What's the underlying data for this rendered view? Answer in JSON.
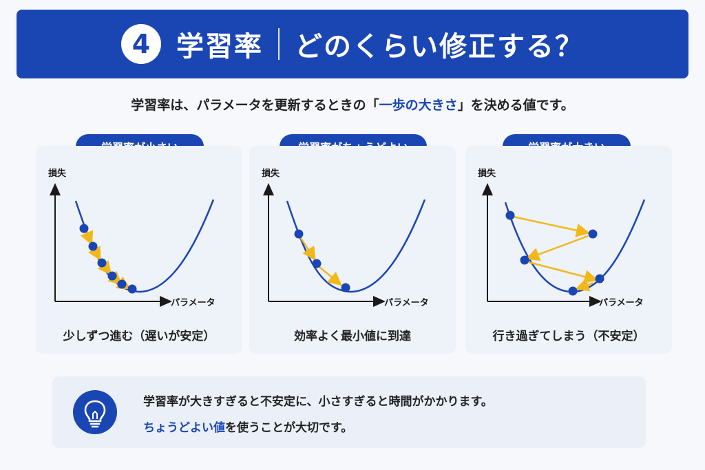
{
  "header": {
    "number": "4",
    "title_main": "学習率",
    "title_sub": "どのくらい修正する？"
  },
  "intro": {
    "before": "学習率は、パラメータを更新するときの「",
    "emphasis": "一歩の大きさ",
    "after": "」を決める値です。"
  },
  "panels": [
    {
      "label": "学習率が小さい",
      "y_axis": "損失",
      "x_axis": "パラメータ",
      "caption": "少しずつ進む（遅いが安定）"
    },
    {
      "label": "学習率がちょうどよい",
      "y_axis": "損失",
      "x_axis": "パラメータ",
      "caption": "効率よく最小値に到達"
    },
    {
      "label": "学習率が大きい",
      "y_axis": "損失",
      "x_axis": "パラメータ",
      "caption": "行き過ぎてしまう（不安定）"
    }
  ],
  "tip": {
    "line1": "学習率が大きすぎると不安定に、小さすぎると時間がかかります。",
    "line2_emphasis": "ちょうどよい値",
    "line2_rest": "を使うことが大切です。",
    "icon": "lightbulb-icon"
  },
  "colors": {
    "primary": "#1a46b4",
    "arrow": "#f2b81a",
    "background": "#f6f8fc"
  }
}
